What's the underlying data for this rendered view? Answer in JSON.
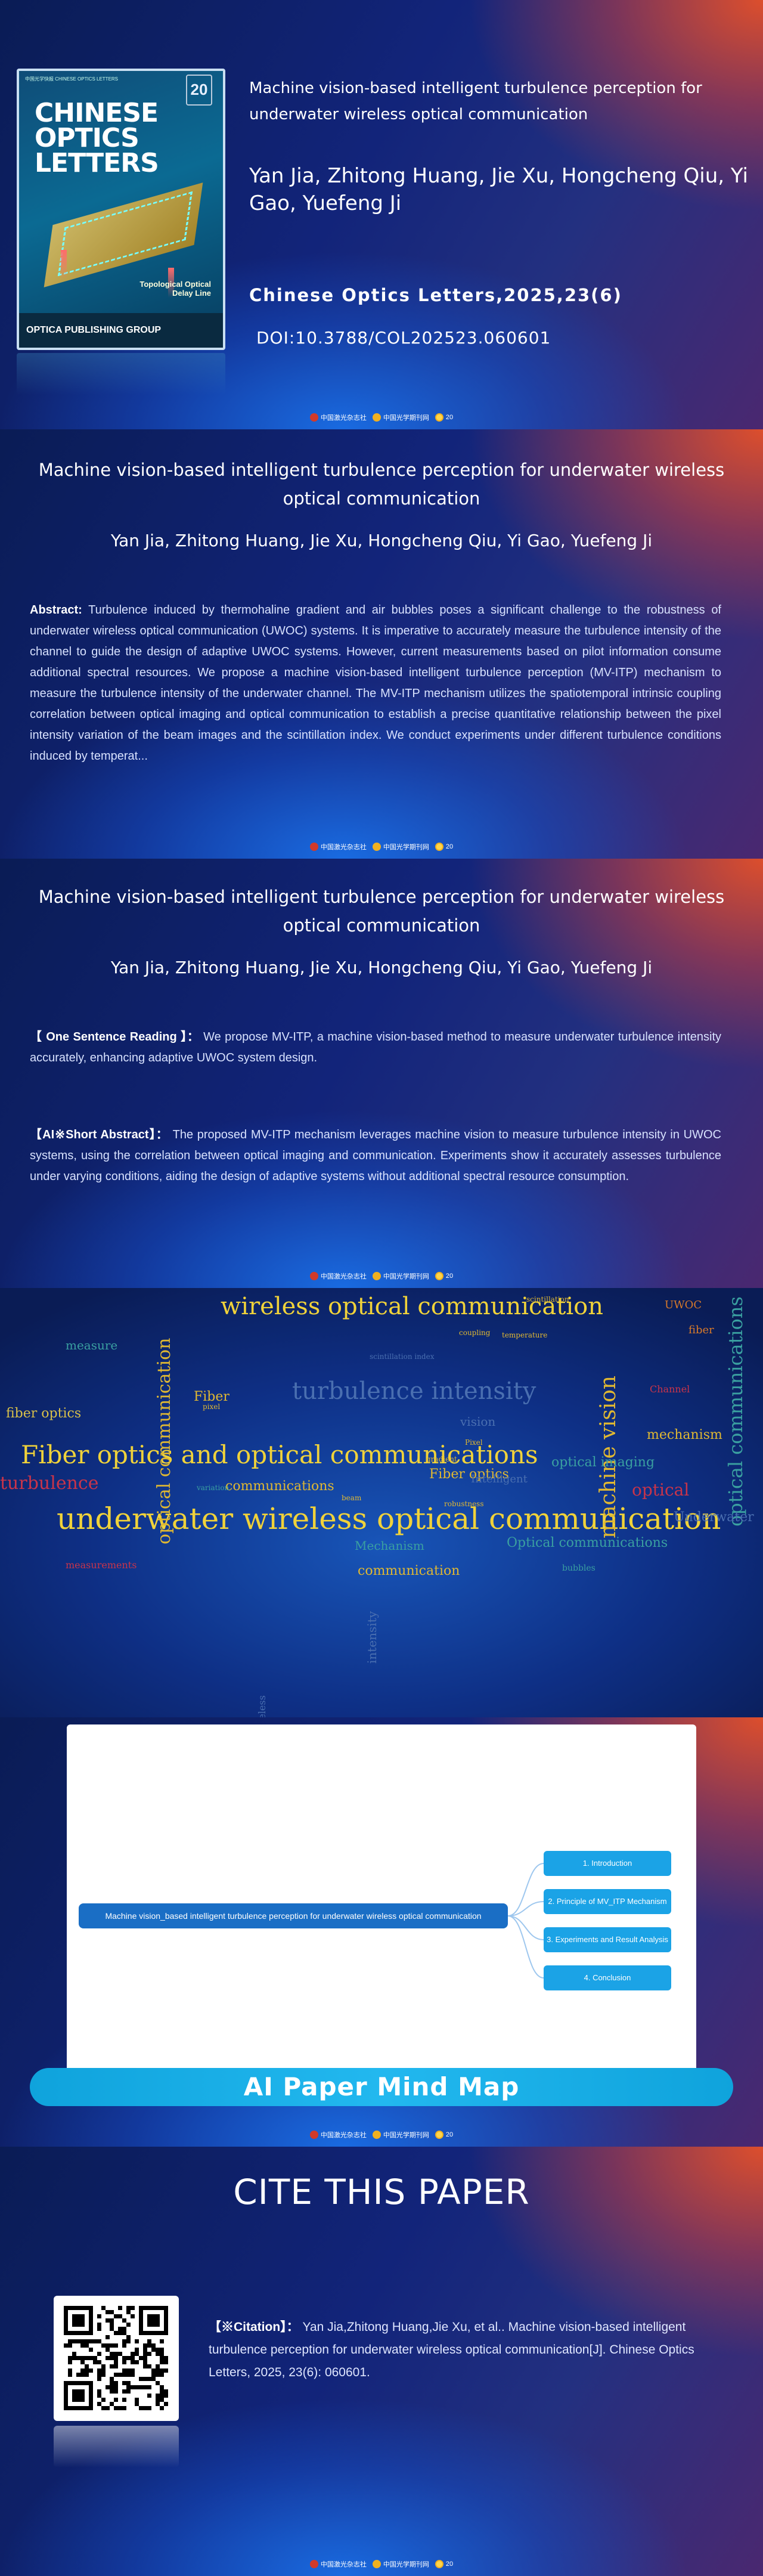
{
  "paper": {
    "title": "Machine vision-based intelligent turbulence perception for underwater wireless optical communication",
    "authors": "Yan Jia, Zhitong Huang, Jie Xu, Hongcheng Qiu, Yi Gao, Yuefeng Ji",
    "journal": "Chinese Optics Letters,2025,23(6)",
    "doi": "DOI:10.3788/COL202523.060601"
  },
  "cover": {
    "top_text": "中国光学快报  CHINESE OPTICS LETTERS",
    "badge": "20",
    "title": "CHINESE OPTICS LETTERS",
    "caption": "Topological Optical Delay Line",
    "publisher": "OPTICA PUBLISHING GROUP"
  },
  "footer": {
    "logo1": "中国激光杂志社",
    "logo2": "中国光学期刊网",
    "logo3": "20"
  },
  "abstract": {
    "label": "Abstract:",
    "text": "Turbulence induced by thermohaline gradient and air bubbles poses a significant challenge to the robustness of underwater wireless optical communication (UWOC) systems. It is imperative to accurately measure the turbulence intensity of the channel to guide the design of adaptive UWOC systems. However, current measurements based on pilot information consume additional spectral resources. We propose a machine vision-based intelligent turbulence perception (MV-ITP) mechanism to measure the turbulence intensity of the underwater channel. The MV-ITP mechanism utilizes the spatiotemporal intrinsic coupling correlation between optical imaging and optical communication to establish a precise quantitative relationship between the pixel intensity variation of the beam images and the scintillation index. We conduct experiments under different turbulence conditions induced by temperat..."
  },
  "one_sentence": {
    "label": "【 One Sentence Reading 】：",
    "text": "We propose MV-ITP, a machine vision-based method to measure underwater turbulence intensity accurately, enhancing adaptive UWOC system design."
  },
  "ai_short": {
    "label": "【AI※Short Abstract】：",
    "text": "The proposed MV-ITP mechanism leverages machine vision to measure turbulence intensity in UWOC systems, using the correlation between optical imaging and communication. Experiments show it accurately assesses turbulence under varying conditions, aiding the design of adaptive systems without additional spectral resource consumption."
  },
  "word_cloud": [
    {
      "text": "wireless optical communication",
      "color": "#f0d23a",
      "size": 40
    },
    {
      "text": "turbulence intensity",
      "color": "#4a6fb0",
      "size": 40
    },
    {
      "text": "underwater wireless optical communication",
      "color": "#f0d23a",
      "size": 50
    },
    {
      "text": "Fiber optics and optical communications",
      "color": "#f0d23a",
      "size": 42
    },
    {
      "text": "machine vision",
      "color": "#e0b832",
      "size": 36
    },
    {
      "text": "optical communications",
      "color": "#3aa0a0",
      "size": 32
    },
    {
      "text": "optical communication",
      "color": "#e0b832",
      "size": 30
    },
    {
      "text": "measure",
      "color": "#3aa0a0",
      "size": 20
    },
    {
      "text": "fiber optics",
      "color": "#d8c04a",
      "size": 22
    },
    {
      "text": "Fiber",
      "color": "#e0b832",
      "size": 22
    },
    {
      "text": "Fiber optics",
      "color": "#e0b832",
      "size": 22
    },
    {
      "text": "communications",
      "color": "#e0b832",
      "size": 22
    },
    {
      "text": "optical imaging",
      "color": "#3aa0a0",
      "size": 22
    },
    {
      "text": "mechanism",
      "color": "#e0b832",
      "size": 22
    },
    {
      "text": "Optical communications",
      "color": "#3aa0a0",
      "size": 22
    },
    {
      "text": "communication",
      "color": "#e0b832",
      "size": 22
    },
    {
      "text": "Mechanism",
      "color": "#3aa0a0",
      "size": 20
    },
    {
      "text": "turbulence",
      "color": "#c8344a",
      "size": 30
    },
    {
      "text": "optical",
      "color": "#c8344a",
      "size": 28
    },
    {
      "text": "UWOC",
      "color": "#d87a2a",
      "size": 18
    },
    {
      "text": "fiber",
      "color": "#d87a2a",
      "size": 18
    },
    {
      "text": "Channel",
      "color": "#c8344a",
      "size": 16
    },
    {
      "text": "vision",
      "color": "#4a6fb0",
      "size": 20
    },
    {
      "text": "Underwater",
      "color": "#4a6fb0",
      "size": 22
    },
    {
      "text": "Intelligent",
      "color": "#4a6fb0",
      "size": 18
    },
    {
      "text": "intensity",
      "color": "#4a6fb0",
      "size": 20
    },
    {
      "text": "measurements",
      "color": "#c8344a",
      "size": 16
    },
    {
      "text": "scintillation",
      "color": "#e0b832",
      "size": 12
    },
    {
      "text": "coupling",
      "color": "#e0b832",
      "size": 12
    },
    {
      "text": "temperature",
      "color": "#e0b832",
      "size": 12
    },
    {
      "text": "scintillation index",
      "color": "#4a6fb0",
      "size": 12
    },
    {
      "text": "Pixel",
      "color": "#e0b832",
      "size": 12
    },
    {
      "text": "pixel",
      "color": "#e0b832",
      "size": 12
    },
    {
      "text": "variation",
      "color": "#3aa0a0",
      "size": 12
    },
    {
      "text": "gradient",
      "color": "#e0b832",
      "size": 12
    },
    {
      "text": "beam",
      "color": "#e0b832",
      "size": 12
    },
    {
      "text": "robustness",
      "color": "#e0b832",
      "size": 12
    },
    {
      "text": "bubbles",
      "color": "#3aa0a0",
      "size": 14
    },
    {
      "text": "wireless",
      "color": "#4a6fb0",
      "size": 16
    }
  ],
  "mind_map": {
    "center": "Machine vision_based intelligent turbulence perception for underwater wireless optical communication",
    "nodes": [
      "1. Introduction",
      "2. Principle of MV_ITP Mechanism",
      "3. Experiments and Result Analysis",
      "4. Conclusion"
    ],
    "banner": "AI Paper Mind Map"
  },
  "cite": {
    "heading": "CITE THIS PAPER",
    "label": "【※Citation】：",
    "text": "Yan Jia,Zhitong Huang,Jie Xu, et al.. Machine vision-based intelligent turbulence perception for underwater wireless optical communication[J]. Chinese Optics Letters, 2025, 23(6): 060601."
  },
  "colors": {
    "accent_orange": "#e65028",
    "deep_blue": "#0a1c55",
    "mind_node": "#1ba3e6",
    "mind_center": "#1a6ec5"
  }
}
